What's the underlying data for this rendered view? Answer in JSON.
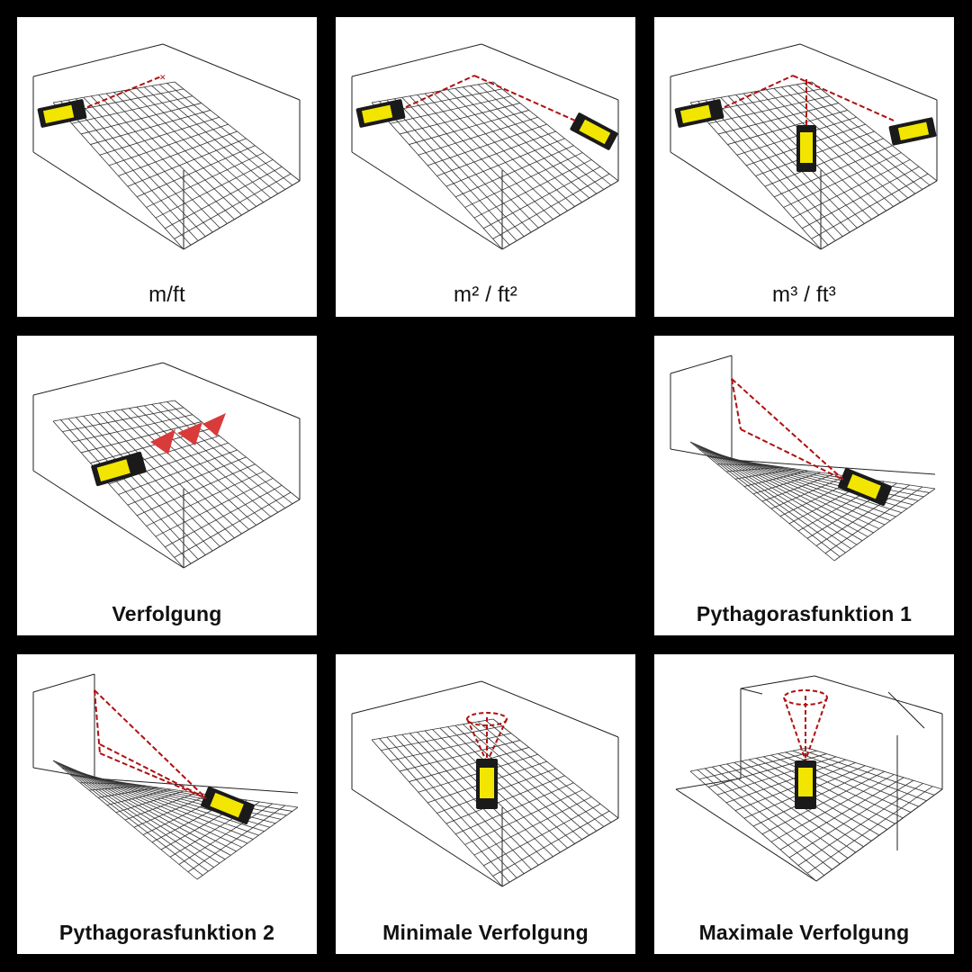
{
  "panels": [
    {
      "id": "area-volume-length",
      "caption": "m/ft"
    },
    {
      "id": "area",
      "caption": "m² / ft²"
    },
    {
      "id": "volume",
      "caption": "m³ / ft³"
    },
    {
      "id": "tracking",
      "caption": "Verfolgung"
    },
    {
      "id": "pythagoras-1",
      "caption": "Pythagorasfunktion 1"
    },
    {
      "id": "pythagoras-2",
      "caption": "Pythagorasfunktion 2"
    },
    {
      "id": "min-tracking",
      "caption": "Minimale Verfolgung"
    },
    {
      "id": "max-tracking",
      "caption": "Maximale Verfolgung"
    }
  ],
  "colors": {
    "laser": "#b01010",
    "device_body": "#1a1a1a",
    "device_display": "#f2e600",
    "room_lines": "#222222",
    "arrow_fill": "#d93a3a"
  },
  "icons": [
    "laser-distance-meter-icon",
    "room-grid-icon",
    "laser-cone-icon",
    "tracking-arrows-icon"
  ]
}
